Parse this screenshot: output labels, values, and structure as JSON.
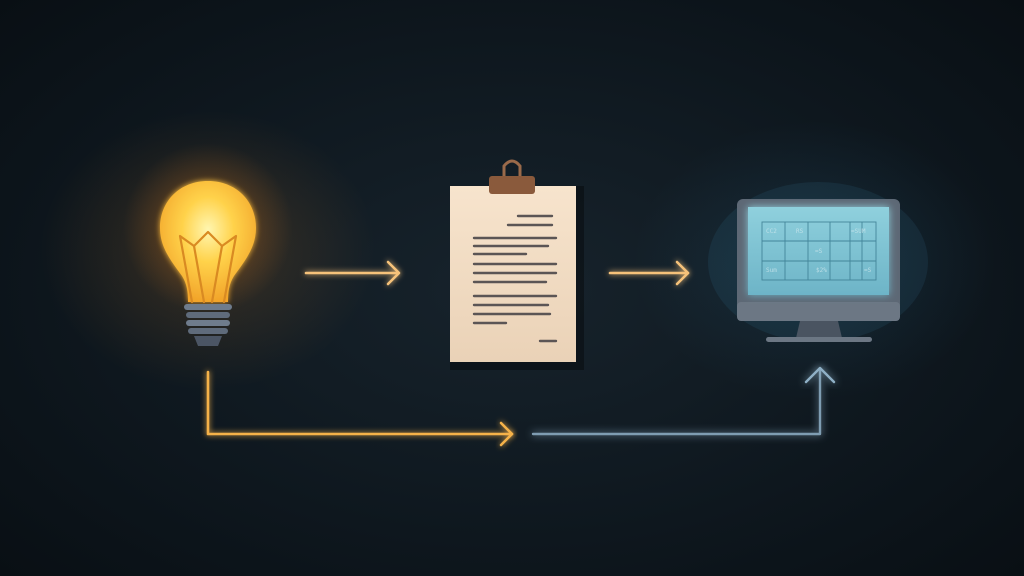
{
  "diagram": {
    "nodes": [
      {
        "id": "idea",
        "icon": "lightbulb-icon"
      },
      {
        "id": "document",
        "icon": "clipboard-document-icon"
      },
      {
        "id": "computer",
        "icon": "monitor-icon"
      }
    ],
    "edges": [
      {
        "from": "idea",
        "to": "document",
        "style": "straight"
      },
      {
        "from": "document",
        "to": "computer",
        "style": "straight"
      },
      {
        "from": "idea",
        "to": "computer",
        "style": "elbow-bypass"
      }
    ],
    "screen_cells": {
      "r1c1": "CC2",
      "r1c2": "RS",
      "r1c5": "=SUM",
      "r2c4": "=S",
      "r3c1": "Sum",
      "r3c3": "$2%",
      "r3c5": "=S"
    },
    "colors": {
      "background": "#0c151c",
      "idea_accent": "#ffb53a",
      "document_paper": "#f2dcc5",
      "clipboard_clip": "#8a5a3c",
      "screen_accent": "#7ec6d8",
      "monitor_body": "#5d6875"
    }
  }
}
